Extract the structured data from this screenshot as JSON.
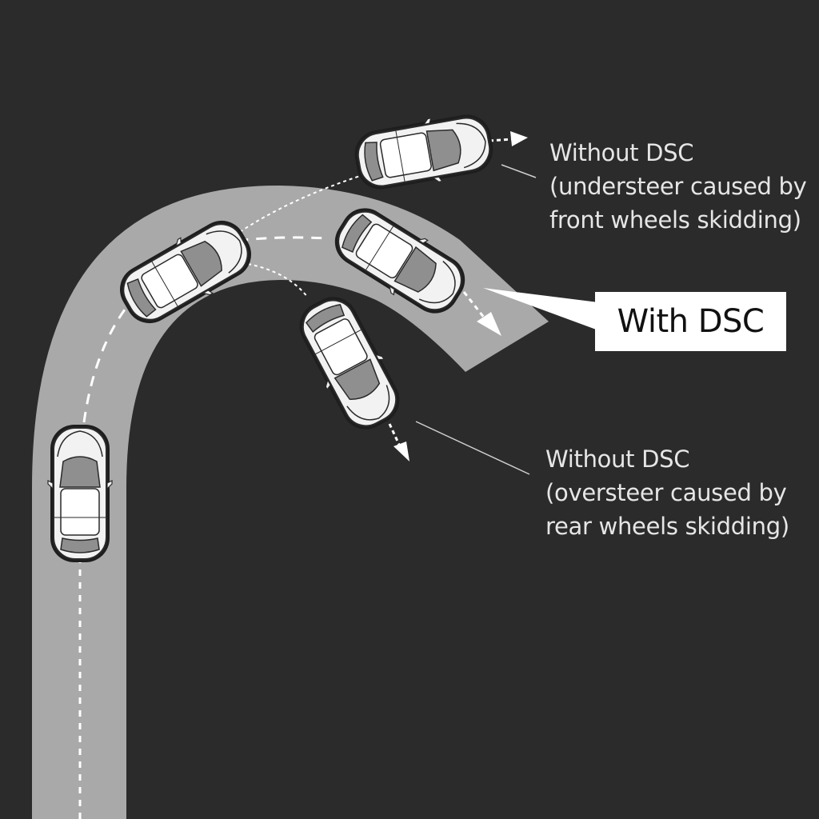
{
  "labels": {
    "understeer": {
      "line1": "Without DSC",
      "line2": "(understeer caused by",
      "line3": "front wheels skidding)"
    },
    "with_dsc": "With DSC",
    "oversteer": {
      "line1": "Without DSC",
      "line2": "(oversteer caused by",
      "line3": "rear wheels skidding)"
    }
  },
  "colors": {
    "background": "#2b2b2b",
    "road": "#a9a9a9",
    "text": "#e6e6e6",
    "car_body": "#f2f2f2",
    "car_glass": "#8f8f8f"
  }
}
